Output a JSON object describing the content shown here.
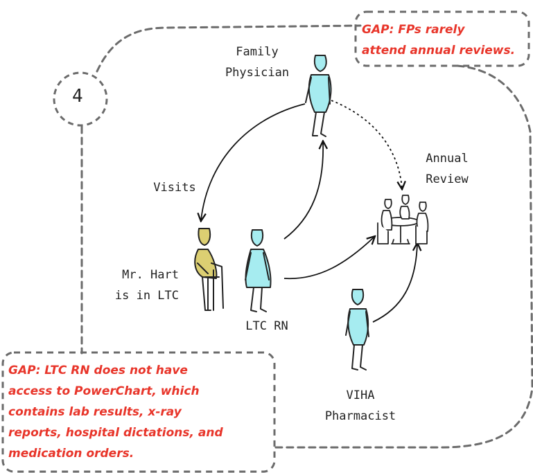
{
  "step_number": "4",
  "gaps": {
    "fp": [
      "GAP: FPs rarely",
      "attend annual reviews."
    ],
    "rn": [
      "GAP: LTC RN does not have",
      "access to PowerChart, which",
      "contains lab results, x-ray",
      "reports, hospital dictations, and",
      "medication orders."
    ]
  },
  "labels": {
    "family_physician": [
      "Family",
      "Physician"
    ],
    "visits": "Visits",
    "annual_review": [
      "Annual",
      "Review"
    ],
    "patient": [
      "Mr. Hart",
      "is in LTC"
    ],
    "ltc_rn": "LTC RN",
    "pharmacist": [
      "VIHA",
      "Pharmacist"
    ]
  },
  "colors": {
    "figure_cyan": "#a6ecf0",
    "patient_yellow": "#dccf72",
    "gap_red": "#e8352a",
    "border_gray": "#6b6b6b"
  }
}
